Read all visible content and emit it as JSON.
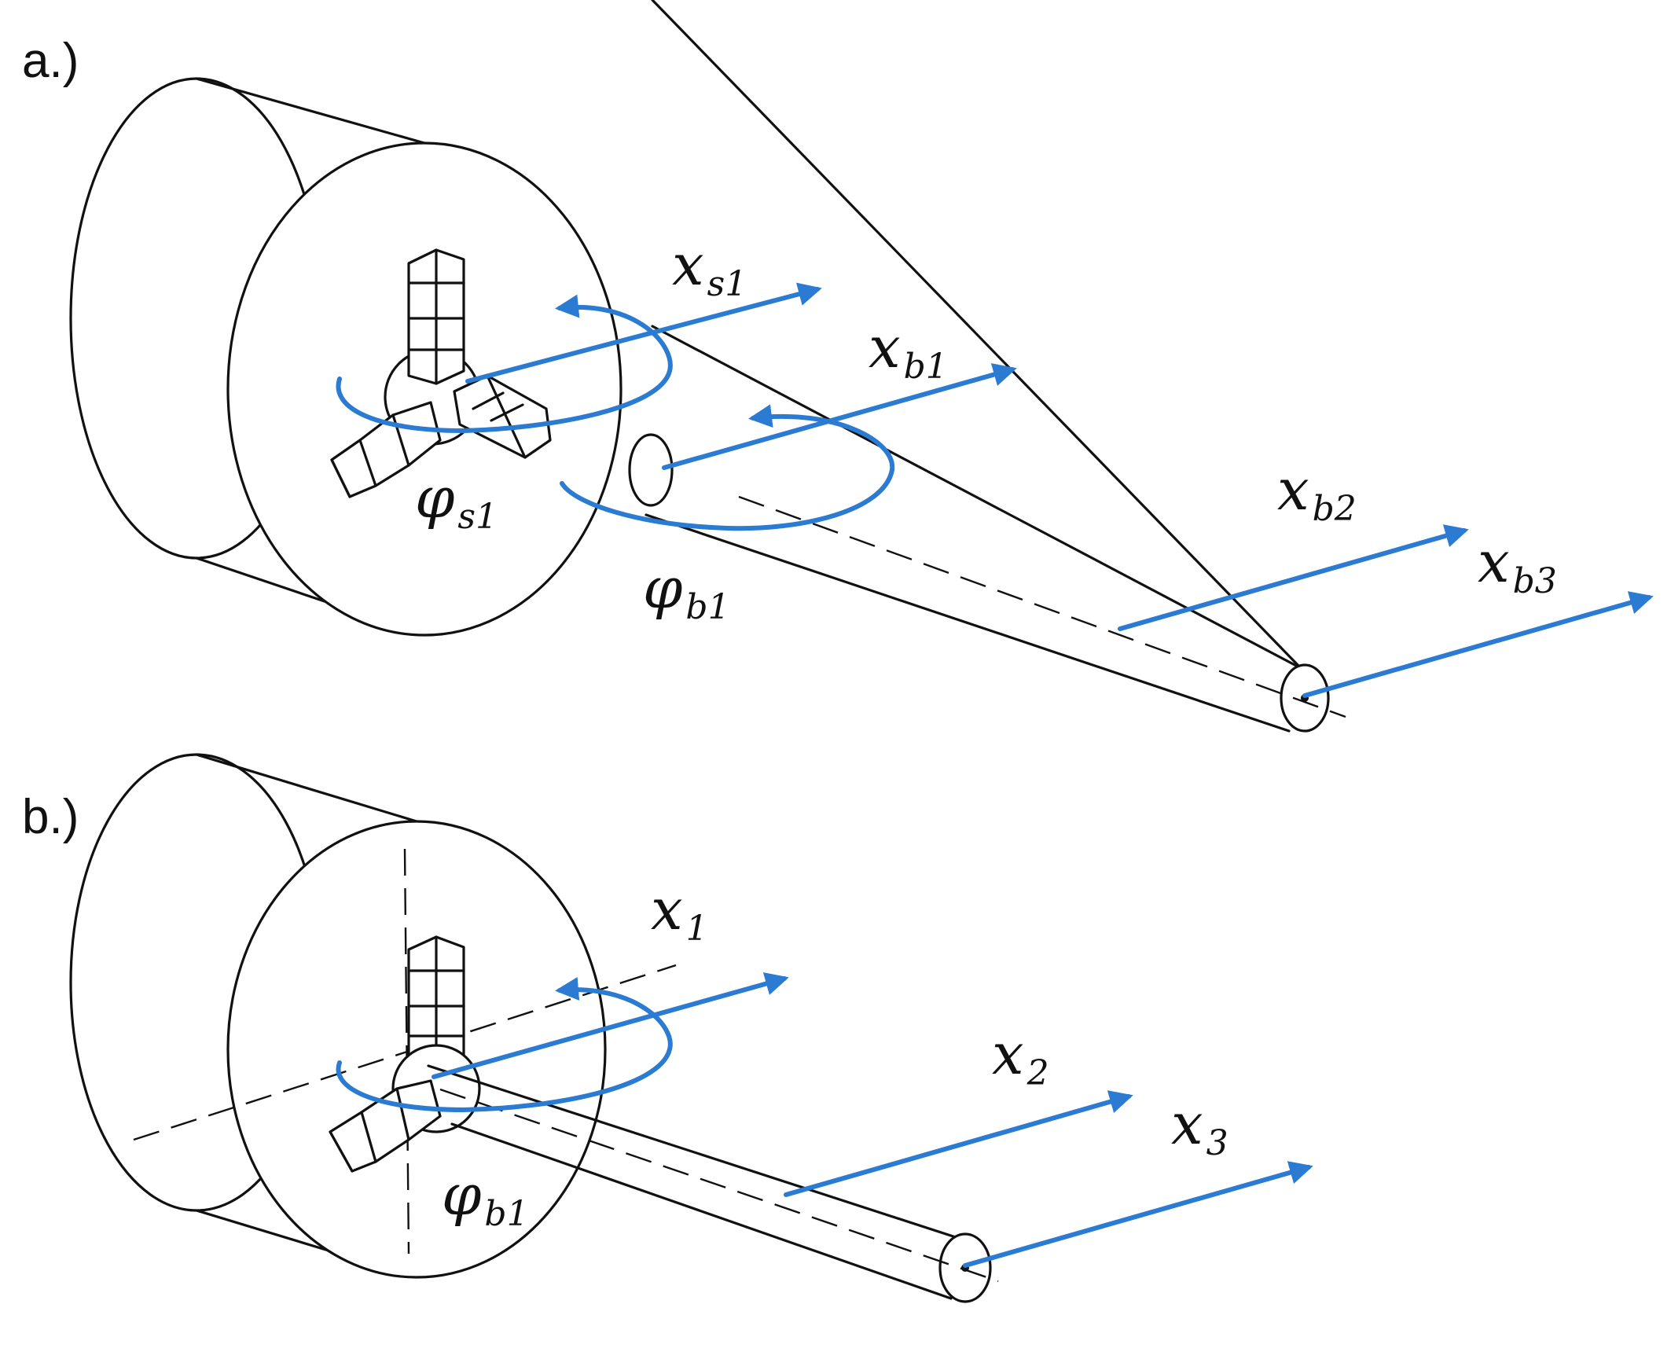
{
  "panels": [
    {
      "label": "a.)",
      "axes": [
        {
          "base": "x",
          "sub": "s1"
        },
        {
          "base": "x",
          "sub": "b1"
        },
        {
          "base": "x",
          "sub": "b2"
        },
        {
          "base": "x",
          "sub": "b3"
        }
      ],
      "rotations": [
        {
          "base": "φ",
          "sub": "s1"
        },
        {
          "base": "φ",
          "sub": "b1"
        }
      ]
    },
    {
      "label": "b.)",
      "axes": [
        {
          "base": "x",
          "sub": "1"
        },
        {
          "base": "x",
          "sub": "2"
        },
        {
          "base": "x",
          "sub": "3"
        }
      ],
      "rotations": [
        {
          "base": "φ",
          "sub": "b1"
        }
      ]
    }
  ],
  "colors": {
    "arrow": "#2a7bd1",
    "ink": "#111111"
  }
}
